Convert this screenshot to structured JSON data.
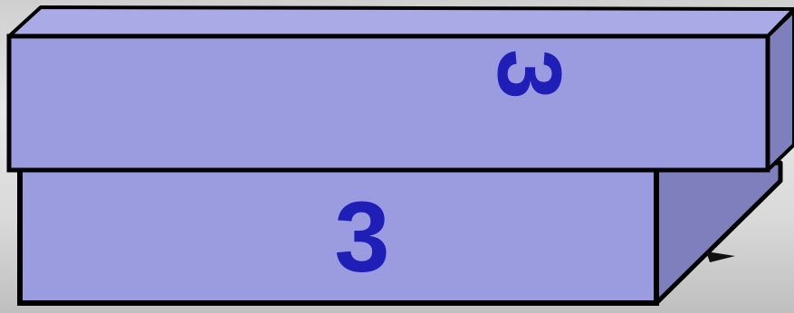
{
  "colors": {
    "block_face": "#9b9be0",
    "block_top": "#aaaae6",
    "block_side": "#7f7fbd",
    "digit": "#1f1fb8",
    "outline": "#000000"
  },
  "blocks": {
    "top_block": {
      "label": "3",
      "orientation": "rotated-90"
    },
    "bottom_block": {
      "label": "3",
      "orientation": "upright"
    }
  }
}
